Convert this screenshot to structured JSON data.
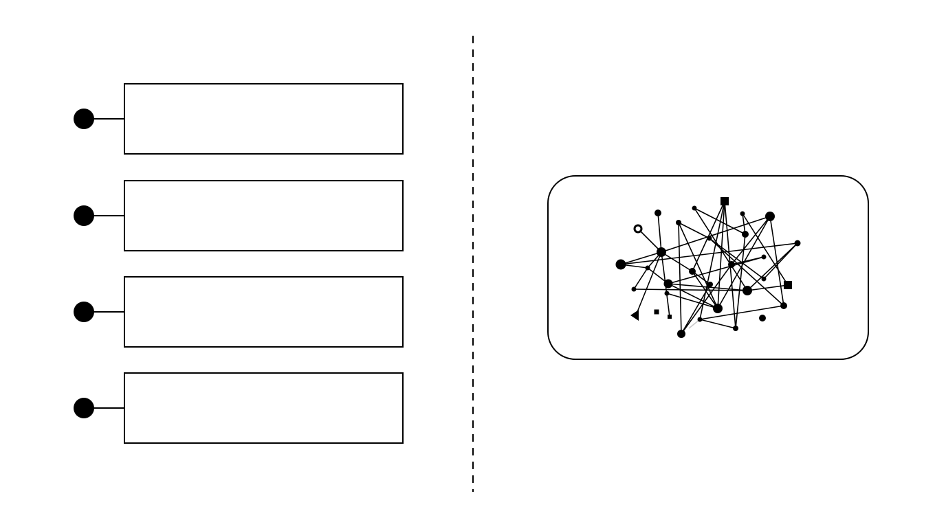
{
  "diagram": {
    "colors": {
      "background": "#ffffff",
      "ink": "#000000",
      "faint_line": "#c8c8c8"
    },
    "list_items": [
      {
        "label": ""
      },
      {
        "label": ""
      },
      {
        "label": ""
      },
      {
        "label": ""
      }
    ],
    "divider": {
      "style": "dashed"
    },
    "network_panel": {
      "shape": "rounded-rectangle",
      "content": "network-graph"
    }
  }
}
